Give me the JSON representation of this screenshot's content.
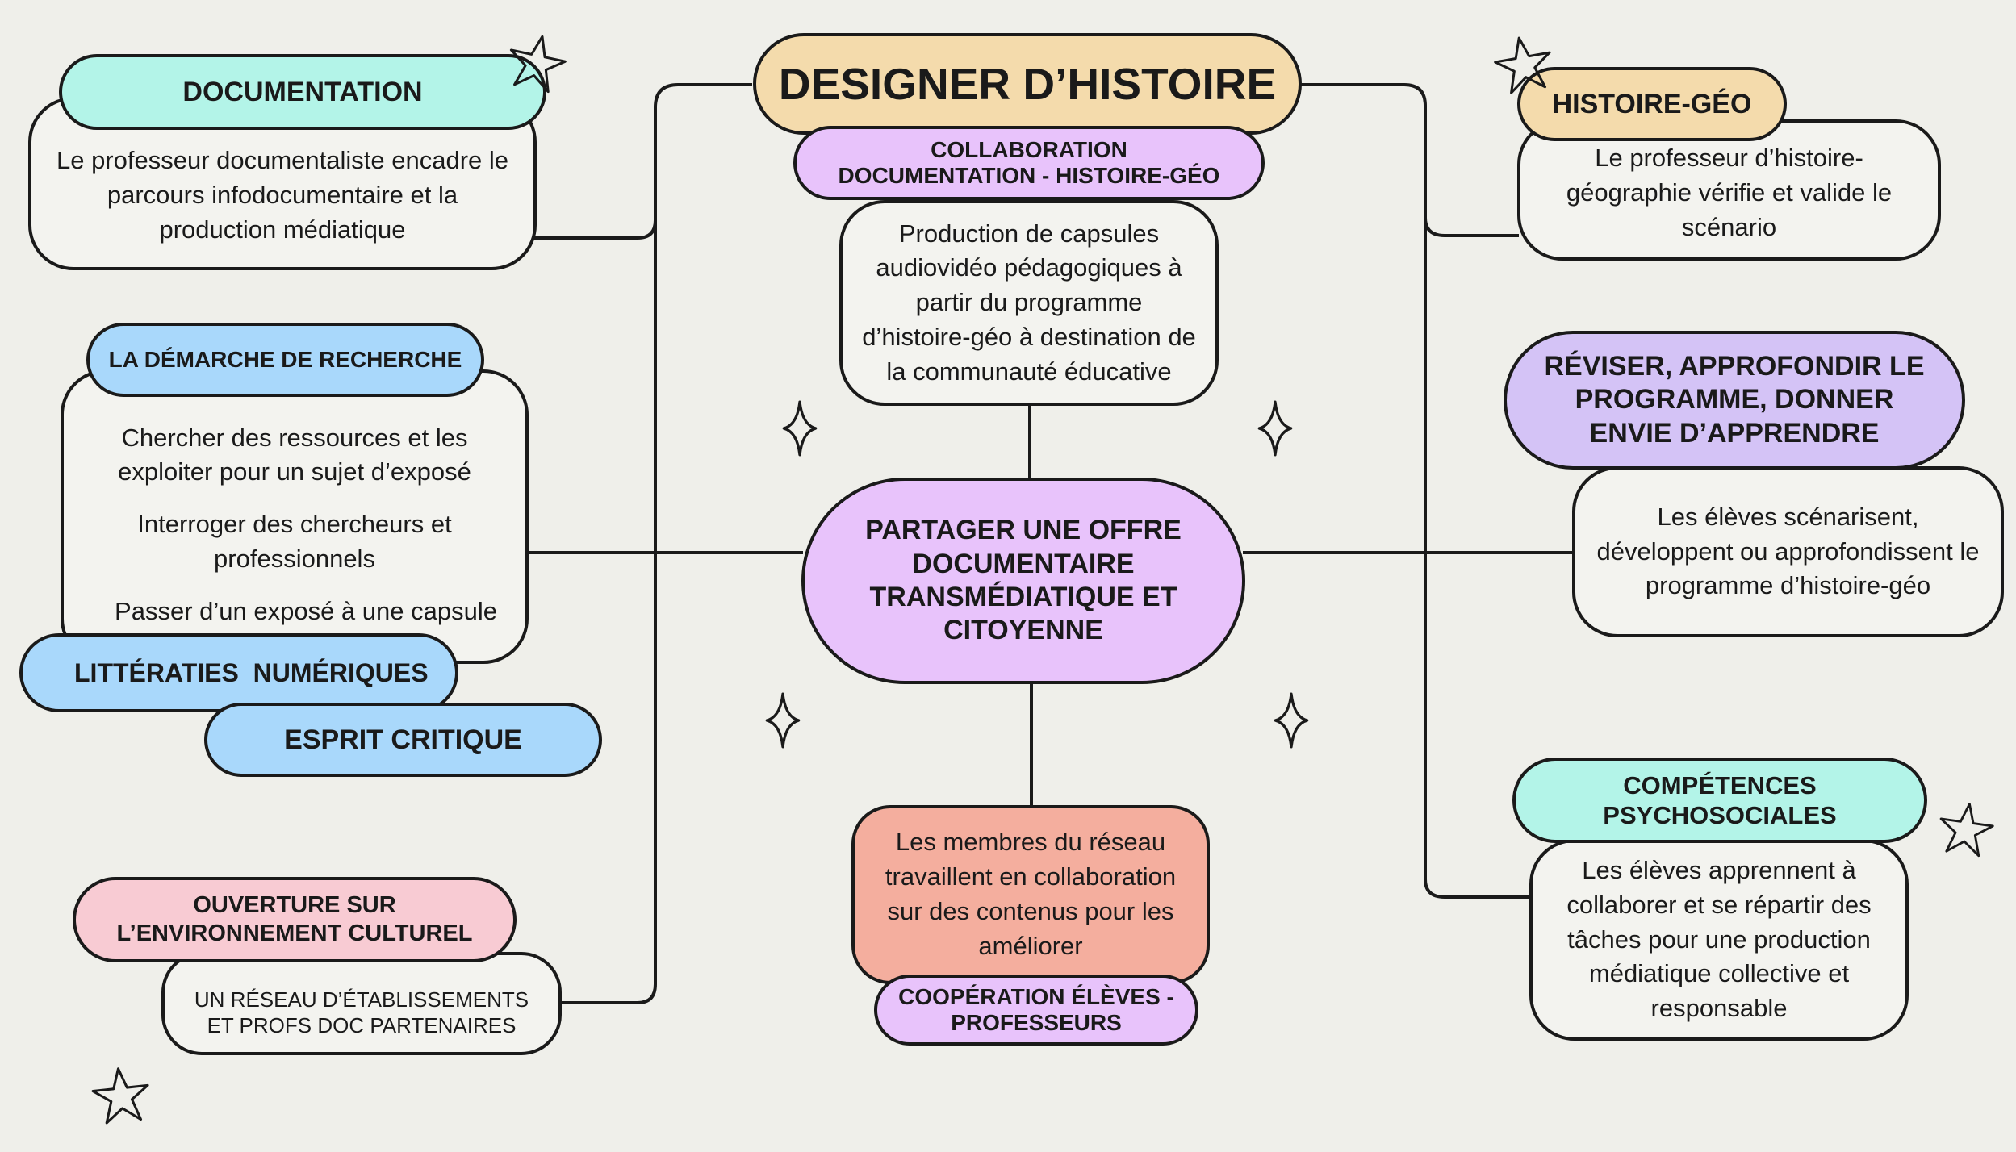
{
  "title": "DESIGNER D’HISTOIRE",
  "collaboration": "COLLABORATION\nDOCUMENTATION - HISTOIRE-GÉO",
  "production": "Production de capsules audiovidéo pédagogiques à partir du programme d’histoire-géo à destination de la communauté éducative",
  "center": "PARTAGER UNE OFFRE DOCUMENTAIRE TRANSMÉDIATIQUE ET CITOYENNE",
  "members": "Les membres du réseau travaillent en collaboration sur des contenus pour les améliorer",
  "cooperation": "COOPÉRATION ÉLÈVES -\nPROFESSEURS",
  "documentation": {
    "label": "DOCUMENTATION",
    "text": "Le professeur documentaliste encadre le parcours infodocumentaire et la production médiatique"
  },
  "recherche": {
    "label": "LA DÉMARCHE DE RECHERCHE",
    "items": [
      "Chercher des ressources et les exploiter pour un sujet d’exposé",
      "Interroger des chercheurs et professionnels",
      "Passer d’un exposé à une capsule"
    ]
  },
  "litteraties": "LITTÉRATIES  NUMÉRIQUES",
  "esprit": "ESPRIT CRITIQUE",
  "ouverture": {
    "label": "OUVERTURE SUR\nL’ENVIRONNEMENT CULTUREL",
    "text": "UN RÉSEAU D’ÉTABLISSEMENTS ET PROFS DOC PARTENAIRES"
  },
  "histoire": {
    "label": "HISTOIRE-GÉO",
    "text": "Le professeur d’histoire-géographie vérifie et valide le scénario"
  },
  "reviser": {
    "label": "RÉVISER, APPROFONDIR LE PROGRAMME, DONNER ENVIE D’APPRENDRE",
    "text": "Les élèves scénarisent, développent ou approfondissent le programme d’histoire-géo"
  },
  "competences": {
    "label": "COMPÉTENCES\nPSYCHOSOCIALES",
    "text": "Les élèves apprennent à collaborer et se répartir des tâches pour une production médiatique collective et responsable"
  },
  "icons": {
    "star": "star-outline-icon",
    "sparkle": "sparkle-icon"
  },
  "colors": {
    "teal": "#b3f4e8",
    "peach": "#f4dbac",
    "violet": "#e8c3fb",
    "lavender": "#d4c3f6",
    "blue": "#a9d8fb",
    "pink": "#f8cbd3",
    "salmon": "#f4ae9e",
    "background": "#efefea"
  }
}
